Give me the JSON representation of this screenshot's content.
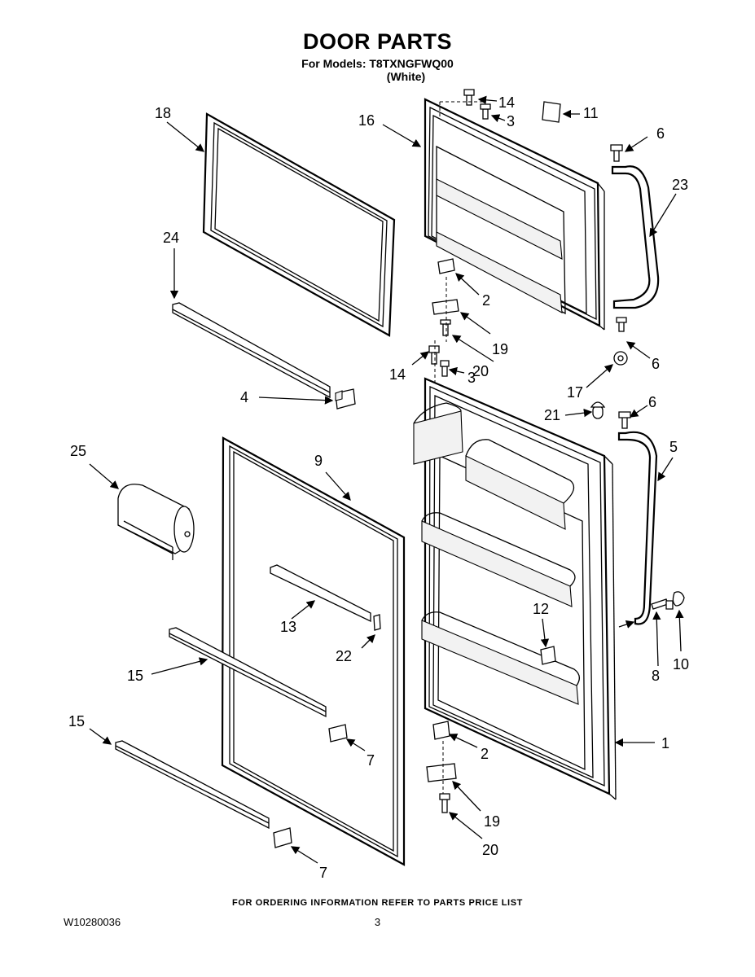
{
  "header": {
    "title": "DOOR PARTS",
    "subtitle": "For Models: T8TXNGFWQ00",
    "variant": "(White)"
  },
  "callouts": {
    "c1": "1",
    "c2a": "2",
    "c2b": "2",
    "c3a": "3",
    "c3b": "3",
    "c4": "4",
    "c5": "5",
    "c6a": "6",
    "c6b": "6",
    "c6c": "6",
    "c7a": "7",
    "c7b": "7",
    "c8": "8",
    "c9": "9",
    "c10": "10",
    "c11": "11",
    "c12": "12",
    "c13": "13",
    "c14a": "14",
    "c14b": "14",
    "c15a": "15",
    "c15b": "15",
    "c16": "16",
    "c17": "17",
    "c18": "18",
    "c19a": "19",
    "c19b": "19",
    "c20a": "20",
    "c20b": "20",
    "c21": "21",
    "c22": "22",
    "c23": "23",
    "c24": "24",
    "c25": "25"
  },
  "footer": {
    "ordering_note": "FOR ORDERING INFORMATION REFER TO PARTS PRICE LIST",
    "doc_number": "W10280036",
    "page_number": "3"
  }
}
